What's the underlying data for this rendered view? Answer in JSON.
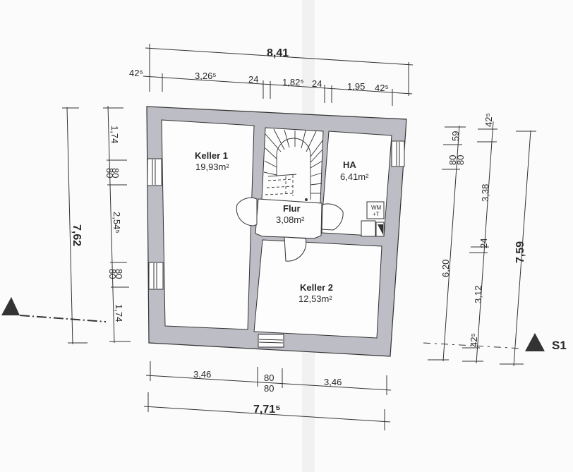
{
  "drawing": {
    "type": "floor-plan",
    "level": "Keller",
    "colors": {
      "wall": "#bdbdc5",
      "background": "#fbfbfb",
      "line": "#333333"
    }
  },
  "rooms": [
    {
      "name": "Keller 1",
      "area": "19,93m²"
    },
    {
      "name": "HA",
      "area": "6,41m²"
    },
    {
      "name": "Flur",
      "area": "3,08m²"
    },
    {
      "name": "Keller 2",
      "area": "12,53m²"
    }
  ],
  "fixtures": {
    "washer_dryer": [
      "WM",
      "+T"
    ]
  },
  "dimensions": {
    "top_total": "8,41",
    "top_segments": [
      "42⁵",
      "3,26⁵",
      "24",
      "1,82⁵",
      "24",
      "1,95",
      "42⁵"
    ],
    "bottom_segments": [
      "3,46",
      "80",
      "80",
      "3,46"
    ],
    "bottom_total": "7,71⁵",
    "left_total": "7,62",
    "left_segments": [
      "1,74",
      "80",
      "80",
      "2,54⁵",
      "80",
      "80",
      "1,74"
    ],
    "right_inner": [
      "59",
      "80",
      "80",
      "6,20"
    ],
    "right_middle": [
      "42⁵",
      "3,38",
      "24",
      "3,12",
      "42⁵"
    ],
    "right_total": "7,59"
  },
  "section_marker": {
    "label": "S1"
  }
}
